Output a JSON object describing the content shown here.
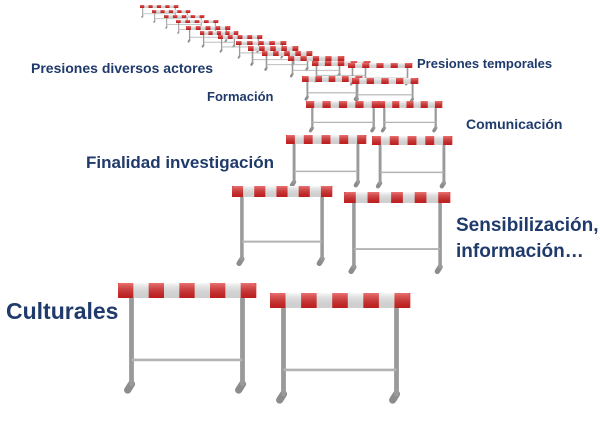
{
  "labels": {
    "presiones_diversos": "Presiones diversos actores",
    "presiones_temporales": "Presiones  temporales",
    "formacion": "Formación",
    "comunicacion": "Comunicación",
    "finalidad": "Finalidad investigación",
    "sensibilizacion_line1": "Sensibilización,",
    "sensibilizacion_line2": "información…",
    "culturales": "Culturales"
  },
  "colors": {
    "text": "#1f3a6b",
    "hurdle_red": "#e02424",
    "hurdle_white": "#f4f4f4",
    "frame": "#9a9a9a"
  }
}
